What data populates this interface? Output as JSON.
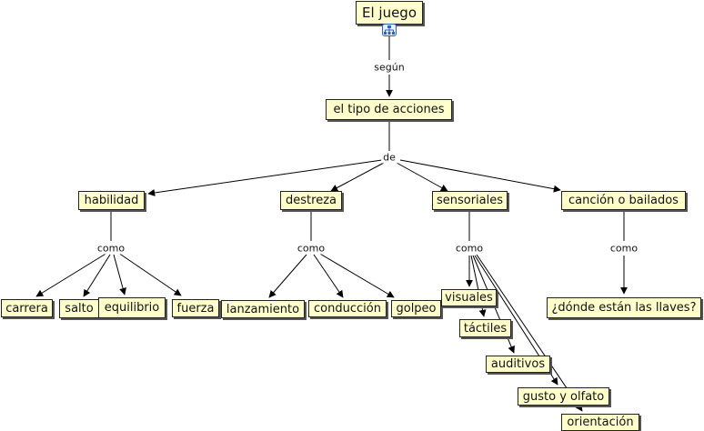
{
  "nodes": {
    "root": "El juego",
    "tipo": "el tipo de acciones",
    "habilidad": "habilidad",
    "destreza": "destreza",
    "sensoriales": "sensoriales",
    "cancion": "canción o bailados",
    "carrera": "carrera",
    "salto": "salto",
    "equilibrio": "equilibrio",
    "fuerza": "fuerza",
    "lanzamiento": "lanzamiento",
    "conduccion": "conducción",
    "golpeo": "golpeo",
    "visuales": "visuales",
    "tactiles": "táctiles",
    "auditivos": "auditivos",
    "gusto": "gusto y olfato",
    "orientacion": "orientación",
    "llaves": "¿dónde están las llaves?"
  },
  "links": {
    "segun": "según",
    "de": "de",
    "como_habilidad": "como",
    "como_destreza": "como",
    "como_sensoriales": "como",
    "como_cancion": "como"
  },
  "icons": {
    "concept_map": "concept-map-icon"
  },
  "colors": {
    "node_fill": "#ffffcc",
    "node_border": "#222222",
    "line": "#000000",
    "icon_accent": "#2a63b8"
  }
}
